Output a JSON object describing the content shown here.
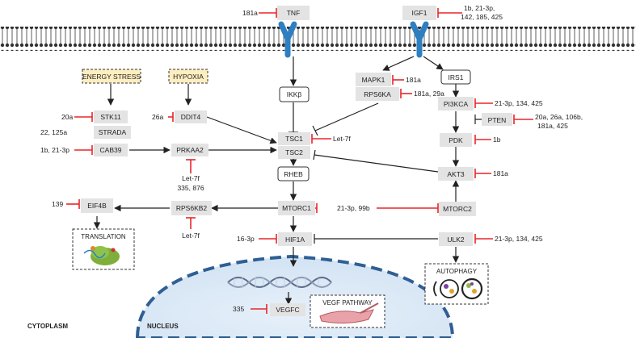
{
  "nodes": {
    "tnf": "TNF",
    "igf1": "IGF1",
    "mapk1": "MAPK1",
    "rps6ka": "RPS6KA",
    "irs1": "IRS1",
    "pi3kca": "PI3KCA",
    "pten": "PTEN",
    "pdk": "PDK",
    "akt3": "AKT3",
    "ikkb": "IKKβ",
    "tsc1": "TSC1",
    "tsc2": "TSC2",
    "rheb": "RHEB",
    "mtorc1": "MTORC1",
    "mtorc2": "MTORC2",
    "hif1a": "HIF1A",
    "ulk2": "ULK2",
    "energy_stress": "ENERGY STRESS",
    "hypoxia": "HYPOXIA",
    "stk11": "STK11",
    "strada": "STRADA",
    "cab39": "CAB39",
    "ddit4": "DDIT4",
    "prkaa2": "PRKAA2",
    "rps6kb2": "RPS6KB2",
    "eif4b": "EIF4B",
    "vegfc": "VEGFC"
  },
  "mirnas": {
    "tnf": "181a",
    "igf1_line1": "1b, 21-3p,",
    "igf1_line2": "142, 185, 425",
    "mapk1": "181a",
    "rps6ka": "181a, 29a",
    "pi3kca": "21-3p, 134, 425",
    "pten_line1": "20a, 26a, 106b,",
    "pten_line2": "181a, 425",
    "pdk": "1b",
    "akt3": "181a",
    "tsc1": "Let-7f",
    "mtorc1": "21-3p, 99b",
    "ulk2": "21-3p, 134, 425",
    "hif1a": "16-3p",
    "stk11": "20a",
    "strada": "22, 125a",
    "cab39": "1b, 21-3p",
    "ddit4": "26a",
    "prkaa2_line1": "Let-7f",
    "prkaa2_line2": "335, 876",
    "rps6kb2": "Let-7f",
    "eif4b": "139",
    "vegfc": "335"
  },
  "boxes": {
    "translation": "TRANSLATION",
    "autophagy": "AUTOPHAGY",
    "vegf_pathway": "VEGF PATHWAY"
  },
  "regions": {
    "cytoplasm": "CYTOPLASM",
    "nucleus": "NUCLEUS"
  },
  "colors": {
    "node_fill": "#e3e3e3",
    "inhibit": "#e8262a",
    "receptor": "#2d7fc1",
    "nucleus_fill": "#ddebf7",
    "nucleus_border": "#2f5f93",
    "stimulus_fill": "#fdeec0"
  }
}
